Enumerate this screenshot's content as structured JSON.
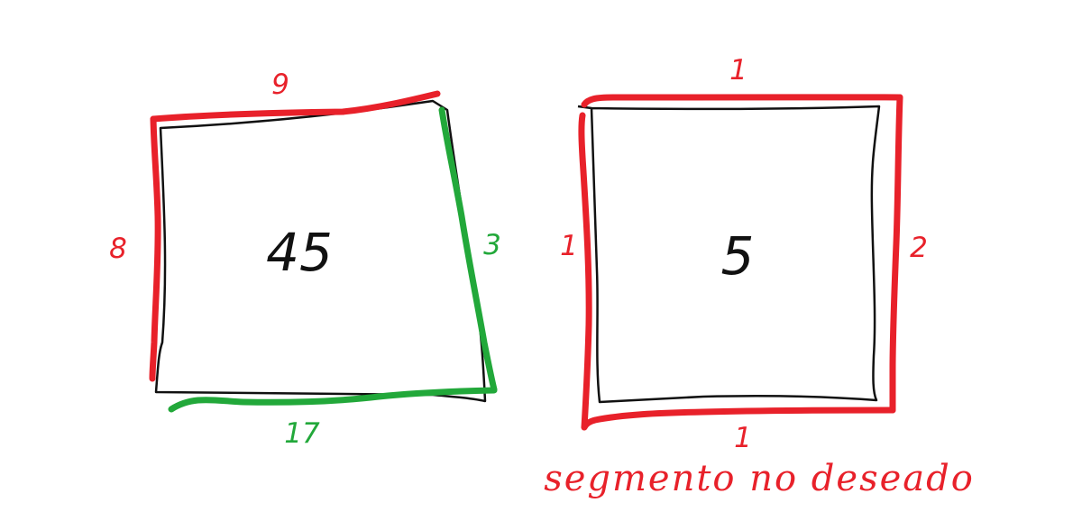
{
  "colors": {
    "red": "#e8212a",
    "green": "#22a83a",
    "black": "#111111"
  },
  "left_shape": {
    "area": "45",
    "labels": {
      "top": "9",
      "left": "8",
      "right": "3",
      "bottom": "17"
    }
  },
  "right_shape": {
    "area": "5",
    "labels": {
      "top": "1",
      "left": "1",
      "right": "2",
      "bottom": "1"
    }
  },
  "caption": "segmento no deseado"
}
